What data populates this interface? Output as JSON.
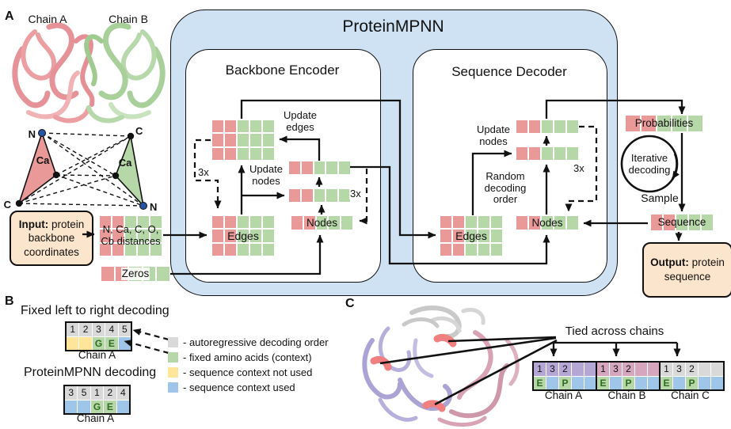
{
  "colors": {
    "red": "#ea9999",
    "green": "#b6d7a8",
    "blue_bg": "#cfe2f3",
    "peach": "#fce5cd",
    "yellow": "#ffe599",
    "blue": "#9fc5e8",
    "gray": "#d9d9d9",
    "purple": "#b4a7d6",
    "pink": "#d5a6bd",
    "dark_green": "#2e6b1e",
    "navy": "#2653a3"
  },
  "panels": {
    "a": "A",
    "b": "B",
    "c": "C"
  },
  "main": {
    "title": "ProteinMPNN",
    "encoder_title": "Backbone Encoder",
    "decoder_title": "Sequence Decoder",
    "chain_a": "Chain A",
    "chain_b": "Chain B",
    "input_bold": "Input:",
    "input_rest": " protein backbone coordinates",
    "distances_line1": "N, Ca, C, O,",
    "distances_line2": "Cb distances",
    "zeros": "Zeros",
    "edges": "Edges",
    "nodes": "Nodes",
    "update_edges": "Update edges",
    "update_nodes": "Update nodes",
    "random_decoding": "Random decoding order",
    "three_x": "3x",
    "probabilities": "Probabilities",
    "iterative_decoding": "Iterative decoding",
    "sample": "Sample",
    "sequence": "Sequence",
    "output_bold": "Output:",
    "output_rest": " protein sequence",
    "atoms": {
      "n1": "N",
      "c1": "C",
      "ca1": "Ca",
      "ca2": "Ca",
      "c2": "C",
      "n2": "N"
    }
  },
  "panel_b": {
    "heading1": "Fixed left to right decoding",
    "heading2": "ProteinMPNN decoding",
    "chain_label1": "Chain A",
    "chain_label2": "Chain A",
    "box1": {
      "top_color": "gray",
      "top": [
        "1",
        "2",
        "3",
        "4",
        "5"
      ],
      "bottom": [
        {
          "t": "",
          "c": "yellow"
        },
        {
          "t": "",
          "c": "yellow"
        },
        {
          "t": "G",
          "c": "green"
        },
        {
          "t": "E",
          "c": "green"
        },
        {
          "t": "",
          "c": "blue"
        }
      ]
    },
    "box2": {
      "top_color": "gray",
      "top": [
        "3",
        "5",
        "1",
        "2",
        "4"
      ],
      "bottom": [
        {
          "t": "",
          "c": "blue"
        },
        {
          "t": "",
          "c": "blue"
        },
        {
          "t": "G",
          "c": "green"
        },
        {
          "t": "E",
          "c": "green"
        },
        {
          "t": "",
          "c": "blue"
        }
      ]
    },
    "legend": [
      {
        "color": "gray",
        "label": "- autoregressive decoding order"
      },
      {
        "color": "green",
        "label": "- fixed amino acids (context)"
      },
      {
        "color": "yellow",
        "label": "- sequence context not used"
      },
      {
        "color": "blue",
        "label": "- sequence context used"
      }
    ]
  },
  "panel_c": {
    "tied_label": "Tied across chains",
    "chains": [
      {
        "name": "Chain A",
        "top_color": "purple",
        "top": [
          "1",
          "3",
          "2",
          "",
          ""
        ],
        "bottom": [
          {
            "t": "E",
            "c": "green"
          },
          {
            "t": "",
            "c": "blue"
          },
          {
            "t": "P",
            "c": "green"
          },
          {
            "t": "",
            "c": "blue"
          },
          {
            "t": "",
            "c": "blue"
          }
        ]
      },
      {
        "name": "Chain B",
        "top_color": "pink",
        "top": [
          "1",
          "3",
          "2",
          "",
          ""
        ],
        "bottom": [
          {
            "t": "E",
            "c": "green"
          },
          {
            "t": "",
            "c": "blue"
          },
          {
            "t": "P",
            "c": "green"
          },
          {
            "t": "",
            "c": "blue"
          },
          {
            "t": "",
            "c": "blue"
          }
        ]
      },
      {
        "name": "Chain C",
        "top_color": "gray",
        "top": [
          "1",
          "3",
          "2",
          "",
          ""
        ],
        "bottom": [
          {
            "t": "E",
            "c": "green"
          },
          {
            "t": "",
            "c": "blue"
          },
          {
            "t": "P",
            "c": "green"
          },
          {
            "t": "",
            "c": "blue"
          },
          {
            "t": "",
            "c": "blue"
          }
        ]
      }
    ]
  }
}
